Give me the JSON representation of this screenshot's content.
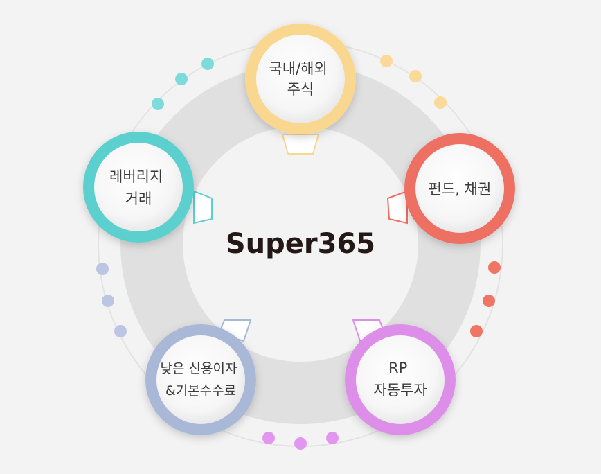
{
  "center": {
    "title": "Super365"
  },
  "nodes": [
    {
      "id": "domestic-foreign-stocks",
      "lines": [
        "국내/해외",
        "주식"
      ],
      "color": "#fad78f"
    },
    {
      "id": "funds-bonds",
      "lines": [
        "펀드, 채권"
      ],
      "color": "#ee6f62"
    },
    {
      "id": "rp-auto-invest",
      "lines": [
        "RP",
        "자동투자"
      ],
      "color": "#dc8ee8"
    },
    {
      "id": "low-credit-interest-fees",
      "lines": [
        "낮은 신용이자",
        "&기본수수료"
      ],
      "color": "#aab8d8"
    },
    {
      "id": "leverage-trading",
      "lines": [
        "레버리지",
        "거래"
      ],
      "color": "#5ccfcf"
    }
  ],
  "dot_colors": {
    "yellow": "#fbd998",
    "red": "#ef7565",
    "purple": "#e197ee",
    "blue": "#bcc6e2",
    "cyan": "#7ddbdb"
  }
}
